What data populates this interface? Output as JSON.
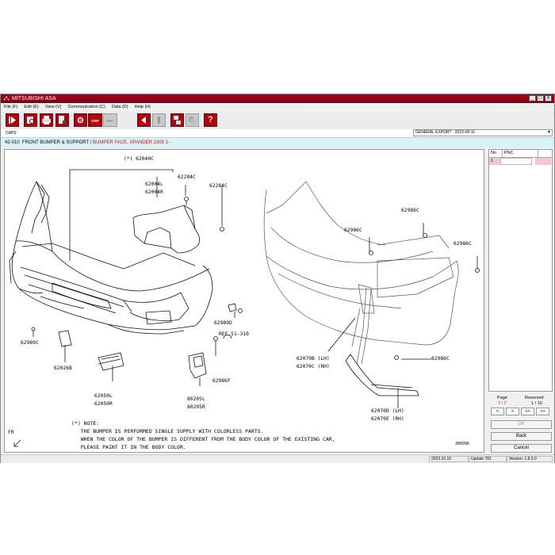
{
  "window": {
    "title": "MITSUBISHI ASA",
    "buttons": [
      "_",
      "□",
      "X"
    ]
  },
  "menu": [
    "File (F)",
    "Edit (E)",
    "View (V)",
    "Communication (C)",
    "Data (D)",
    "Help (H)"
  ],
  "toolbar": {
    "icons": [
      "exit-icon",
      "print-preview-icon",
      "print-icon",
      "print-setup-icon",
      "settings-icon",
      "grp-button",
      "pnc-button",
      "back-arrow-icon",
      "info-icon",
      "notes-icon",
      "copy-icon",
      "help-icon"
    ],
    "grp_label": "GRP",
    "pnc_label": "PNC",
    "help_label": "?"
  },
  "caps": {
    "label": "CAPS",
    "catalog_name": "GENERAL EXPORT",
    "catalog_date": "2023-08-11"
  },
  "breadcrumb": {
    "code": "42-010",
    "group": "FRONT BUMPER & SUPPORT",
    "separator": " / ",
    "current": "BUMPER FACE, XPANDER 2305 1-"
  },
  "diagram": {
    "labels": {
      "l62040c": "(*) 62040C",
      "l62004l": "62004L",
      "l62004r": "62004R",
      "l62284c_a": "62284C",
      "l62284c_b": "62284C",
      "l62989c": "62989C",
      "l62026b": "62026B",
      "l62050l": "62050L",
      "l62050r": "62050R",
      "l62989d": "62989D",
      "lref": "REF.51-310",
      "l80205l": "80205L",
      "l80205r": "80205R",
      "l62986f": "62986F",
      "l62986c_a": "62986C",
      "l62986c_b": "62986C",
      "l62986c_c": "62986C",
      "l62986c_d": "62986C",
      "l62070b": "62070B (LH)",
      "l62070c": "62070C (RH)",
      "l62070d": "62070D (LH)",
      "l62070e": "62070E (RH)",
      "fr": "FR",
      "code": "300996"
    },
    "note": "(*) NOTE:\n   THE BUMPER IS PERFORMED SINGLE SUPPLY WITH COLORLESS PARTS.\n   WHEN THE COLOR OF THE BUMPER IS DIFFERENT FROM THE BODY COLOR OF THE EXISTING CAR,\n   PLEASE PAINT IT IN THE BODY COLOR."
  },
  "pnc_panel": {
    "col_no": "No",
    "col_pnc": "PNC",
    "rows": [
      {
        "no": "1",
        "pnc": ""
      }
    ],
    "page_caption": "Page",
    "page_value": "7 / 7",
    "reserved_caption": "Reserved",
    "reserved_value": "1 / 10",
    "nav": [
      "<",
      ">",
      "<<",
      ">>"
    ],
    "ok": "OK",
    "back": "Back",
    "cancel": "Cancel"
  },
  "status": {
    "date": "2023.10.10",
    "update": "Update 781",
    "version": "Version: 1.8.0.0"
  },
  "colors": {
    "brand": "#a60018",
    "breadcrumb_bg": "#d7f3f7",
    "highlight": "#c0141e",
    "selected_row": "#f6c6cc"
  }
}
